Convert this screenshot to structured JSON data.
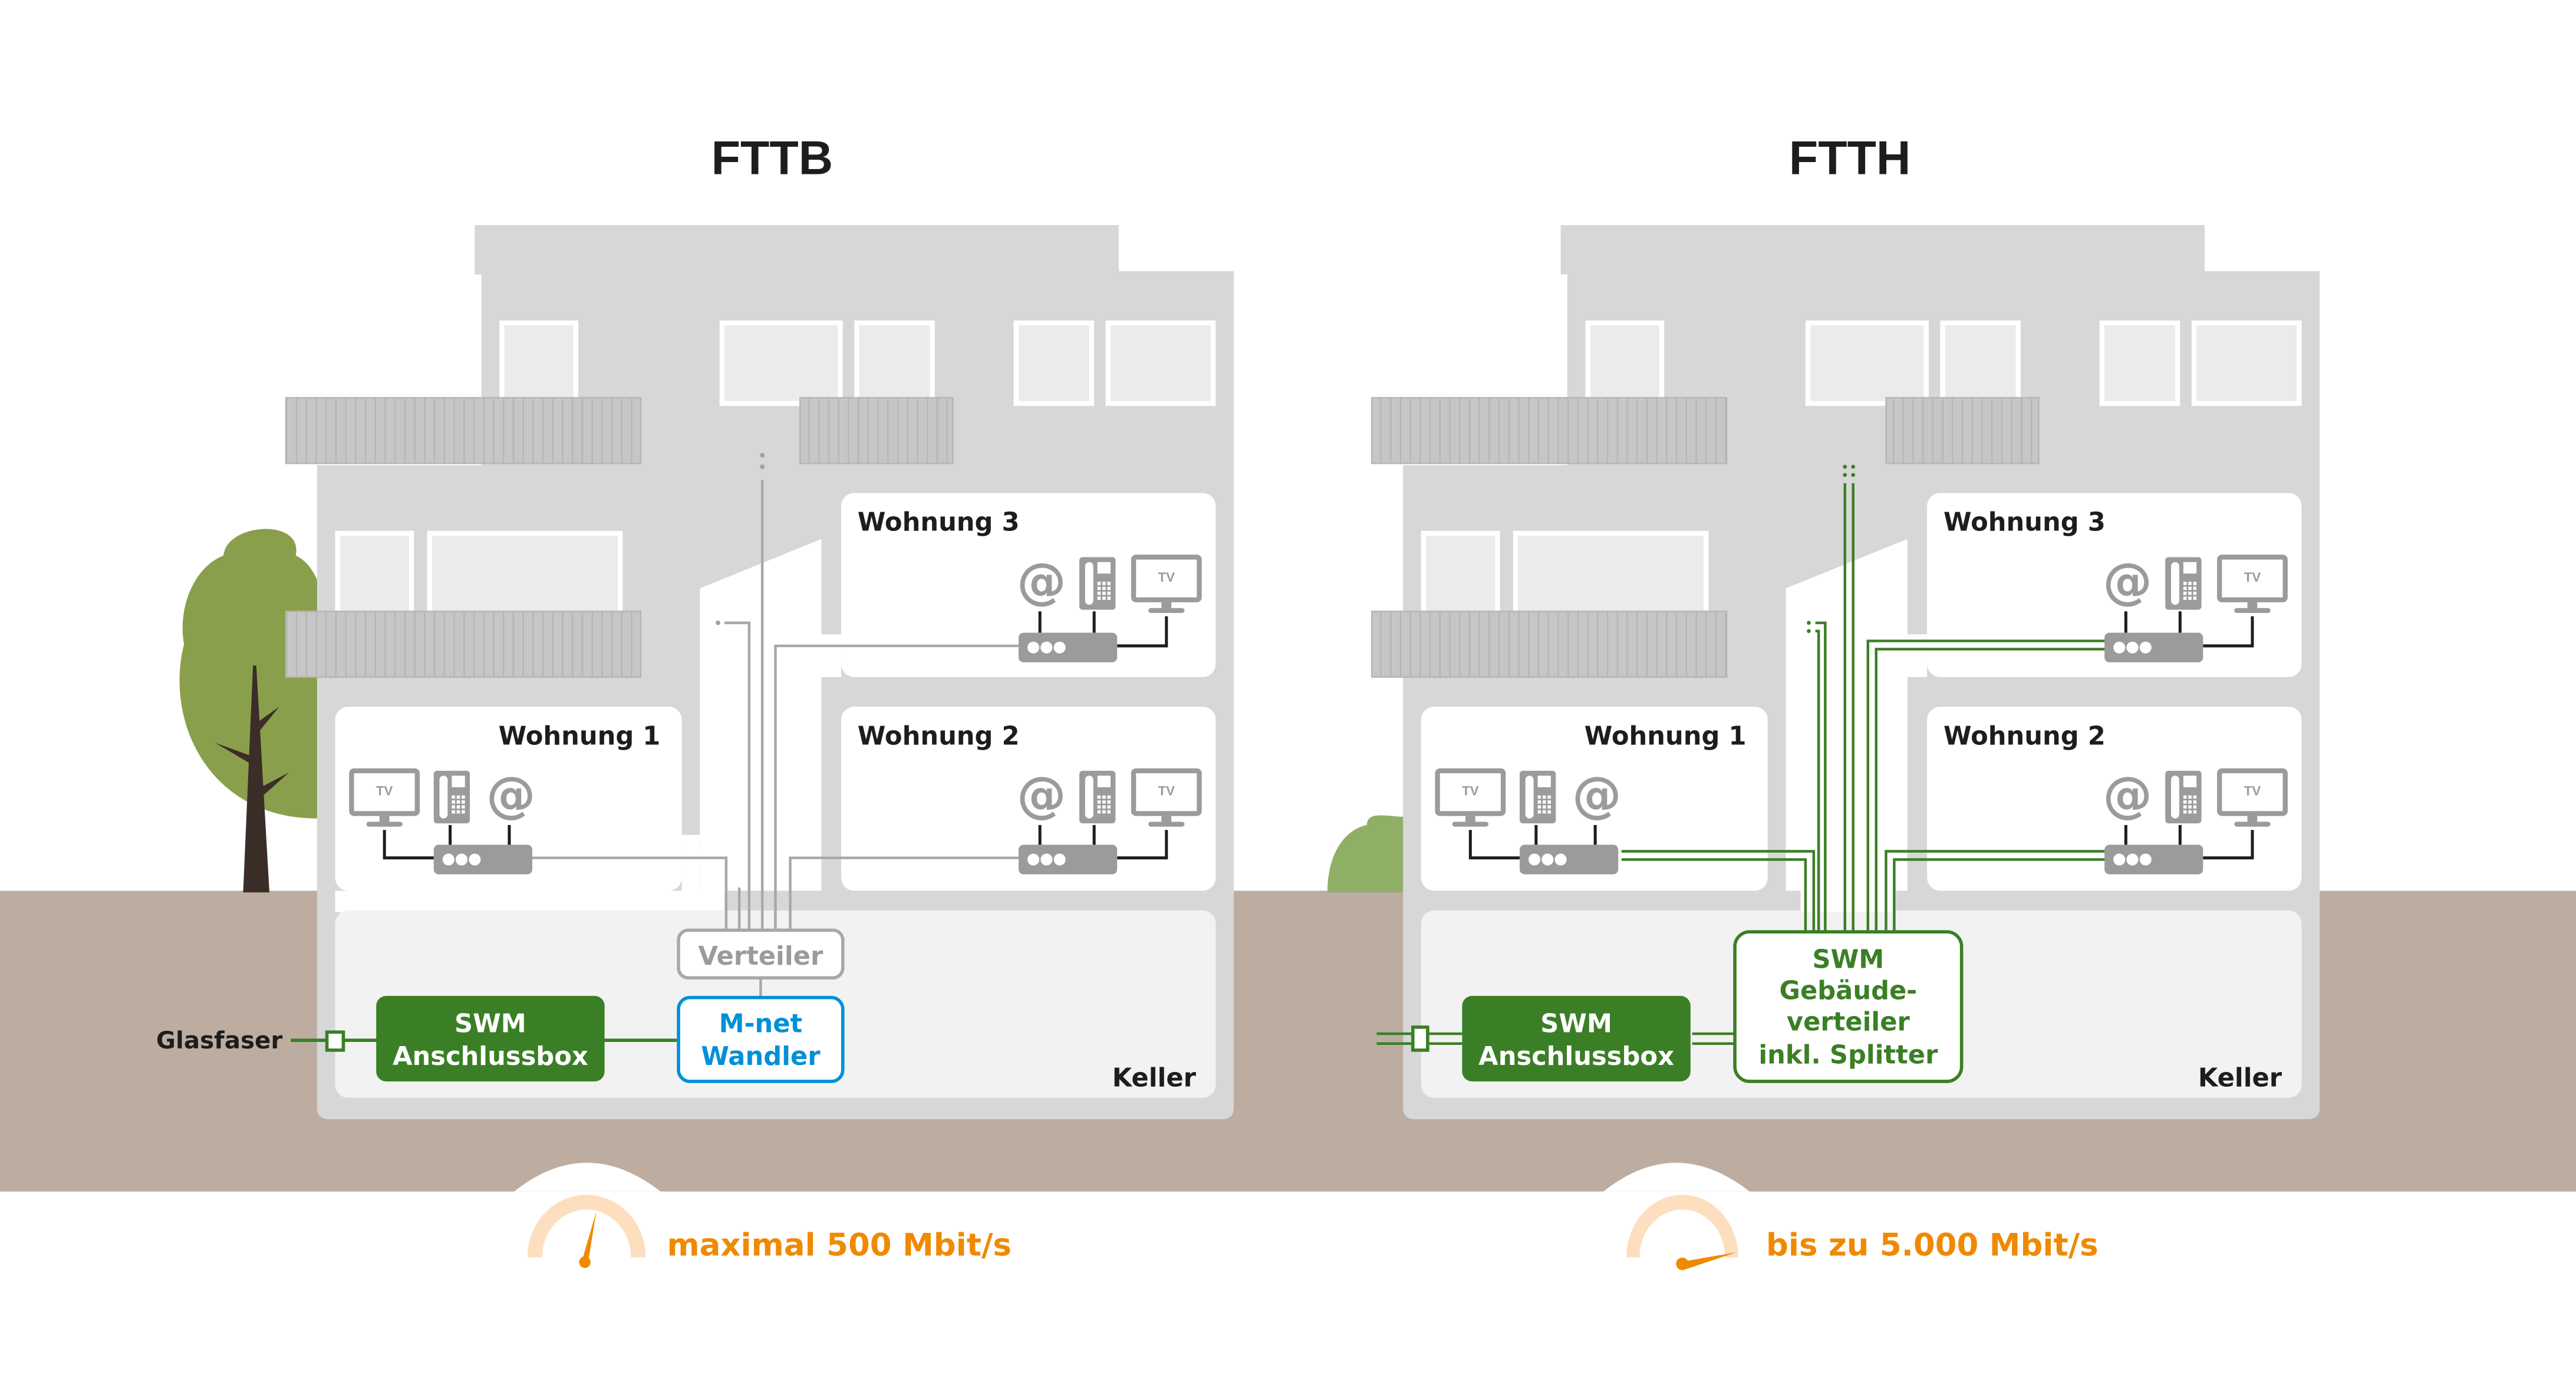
{
  "colors": {
    "building": "#d7d7d7",
    "room": "#ffffff",
    "basement": "#f2f2f2",
    "ground": "#bdada1",
    "green": "#3a7f25",
    "blue": "#0090d7",
    "grey_line": "#a8a8a8",
    "device": "#9b9b9b",
    "orange": "#ef8a00",
    "gauge_light": "#fddfc0",
    "tree": "#8a9f4c",
    "bush": "#8fae66",
    "trunk": "#3b2d28"
  },
  "fttb": {
    "title": "FTTB",
    "rooms": {
      "w1": "Wohnung 1",
      "w2": "Wohnung 2",
      "w3": "Wohnung 3"
    },
    "basement_label": "Keller",
    "glasfaser_label": "Glasfaser",
    "anschlussbox": {
      "line1": "SWM",
      "line2": "Anschlussbox"
    },
    "verteiler": "Verteiler",
    "wandler": {
      "line1": "M-net",
      "line2": "Wandler"
    },
    "speed": {
      "text": "maximal 500 Mbit/s",
      "gauge_level": 0.55
    }
  },
  "ftth": {
    "title": "FTTH",
    "rooms": {
      "w1": "Wohnung 1",
      "w2": "Wohnung 2",
      "w3": "Wohnung 3"
    },
    "basement_label": "Keller",
    "anschlussbox": {
      "line1": "SWM",
      "line2": "Anschlussbox"
    },
    "gebaeudeverteiler": {
      "line1": "SWM",
      "line2": "Gebäude-",
      "line3": "verteiler",
      "line4": "inkl. Splitter"
    },
    "speed": {
      "text": "bis zu 5.000 Mbit/s",
      "gauge_level": 0.97
    }
  },
  "devices": {
    "tv_label": "TV",
    "at_symbol": "@",
    "icons": [
      "tv-icon",
      "phone-icon",
      "internet-at-icon",
      "router-icon"
    ]
  }
}
